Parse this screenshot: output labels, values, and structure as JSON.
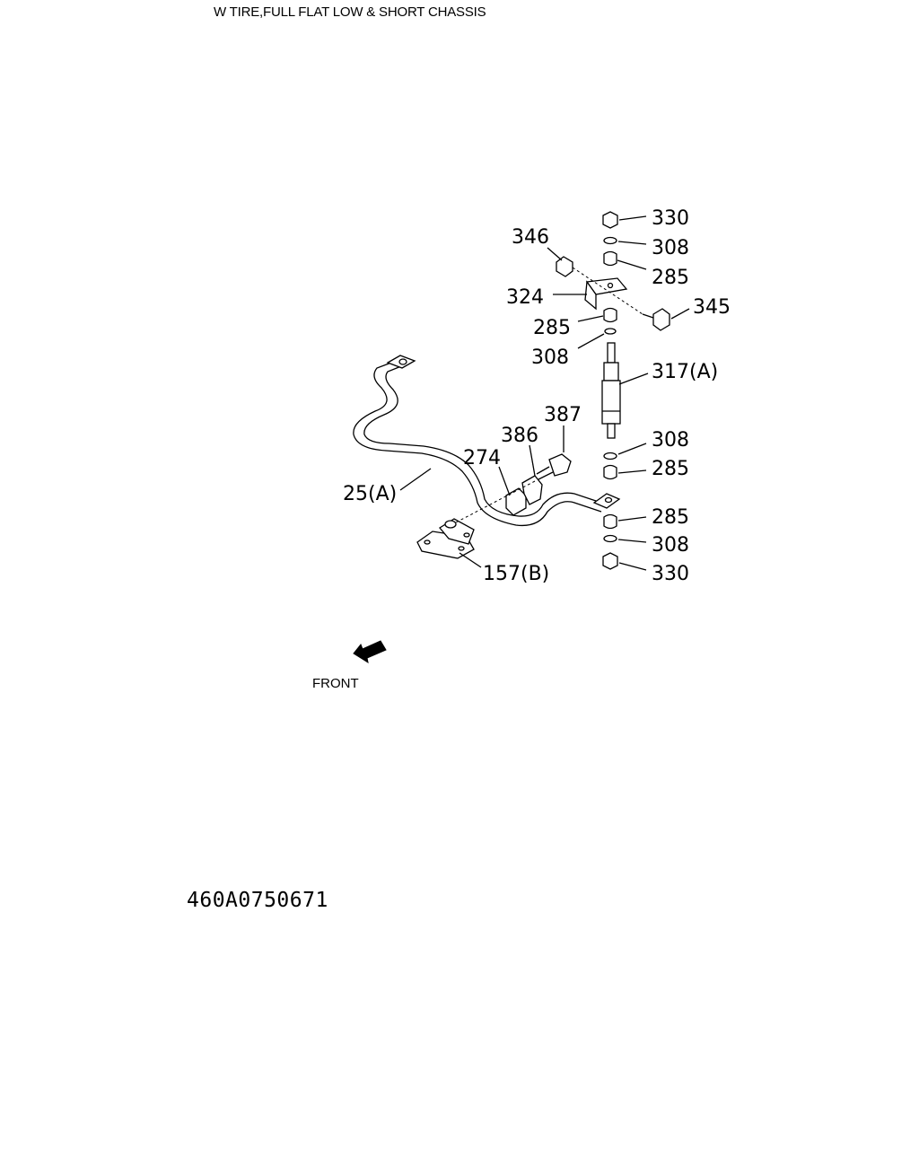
{
  "header": {
    "title": "W TIRE,FULL FLAT LOW & SHORT CHASSIS"
  },
  "diagram": {
    "front_label": "FRONT",
    "drawing_number": "460A0750671",
    "callouts": {
      "c330_top": "330",
      "c308_top": "308",
      "c285_top": "285",
      "c346": "346",
      "c324": "324",
      "c345": "345",
      "c285_mid": "285",
      "c308_mid": "308",
      "c317": "317(A)",
      "c387": "387",
      "c386": "386",
      "c274": "274",
      "c308_low": "308",
      "c285_low": "285",
      "c25": "25(A)",
      "c285_bot": "285",
      "c308_bot": "308",
      "c330_bot": "330",
      "c157": "157(B)"
    }
  }
}
